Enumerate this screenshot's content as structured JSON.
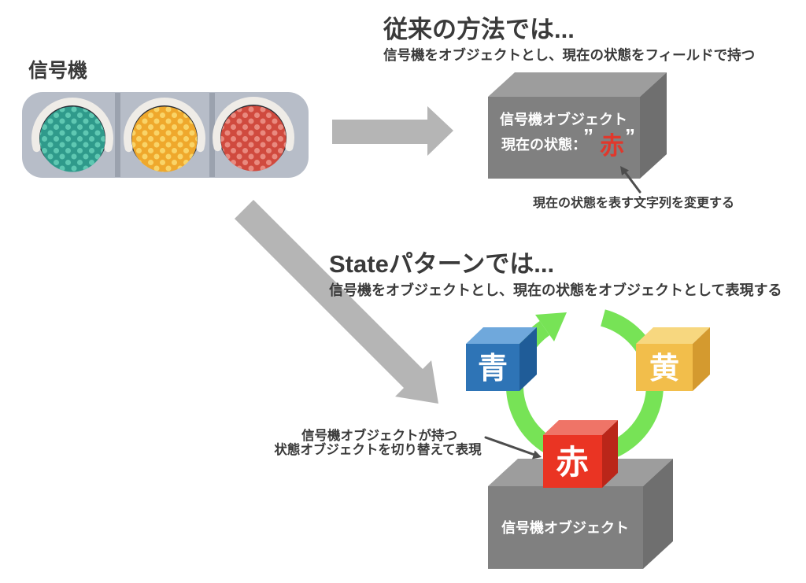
{
  "traffic_light": {
    "label": "信号機",
    "colors": {
      "body": "#B7BDC8",
      "divider": "#9BA2AE",
      "visor": "#EFECE7",
      "rim": "#2A2E36",
      "green_base": "#2F9A8B",
      "green_dot": "#5FC8B2",
      "yellow_base": "#EFA82C",
      "yellow_dot": "#F9D468",
      "red_base": "#D04A3E",
      "red_dot": "#E98A7F"
    }
  },
  "conventional": {
    "title": "従来の方法では...",
    "subtitle": "信号機をオブジェクトとし、現在の状態をフィールドで持つ",
    "box_title": "信号機オブジェクト",
    "state_label": "現在の状態：",
    "quote_open": "”",
    "state_value": "赤",
    "quote_close": "”",
    "note": "現在の状態を表す文字列を変更する"
  },
  "state_pattern": {
    "title": "Stateパターンでは...",
    "subtitle": "信号機をオブジェクトとし、現在の状態をオブジェクトとして表現する",
    "note_line1": "信号機オブジェクトが持つ",
    "note_line2": "状態オブジェクトを切り替えて表現",
    "box_title": "信号機オブジェクト",
    "states": [
      {
        "label": "青",
        "front": "#2E74B6",
        "top": "#6FA8DC",
        "side": "#1F5C98"
      },
      {
        "label": "黄",
        "front": "#F2BE4B",
        "top": "#F7D77F",
        "side": "#D49A2F"
      },
      {
        "label": "赤",
        "front": "#EA3423",
        "top": "#EF7467",
        "side": "#BA2619"
      }
    ]
  },
  "colors": {
    "heading_text": "#3A3A3A",
    "note_text": "#3A3A3A",
    "box_front": "#808080",
    "box_top": "#9D9D9D",
    "box_side": "#6F6F6F",
    "box_text": "#FFFFFF",
    "big_arrow": "#B5B5B5",
    "ring_green": "#77E356",
    "state_value_red": "#E0382C",
    "thin_arrow": "#4D4D4D",
    "cube_text": "#FFFFFF"
  }
}
